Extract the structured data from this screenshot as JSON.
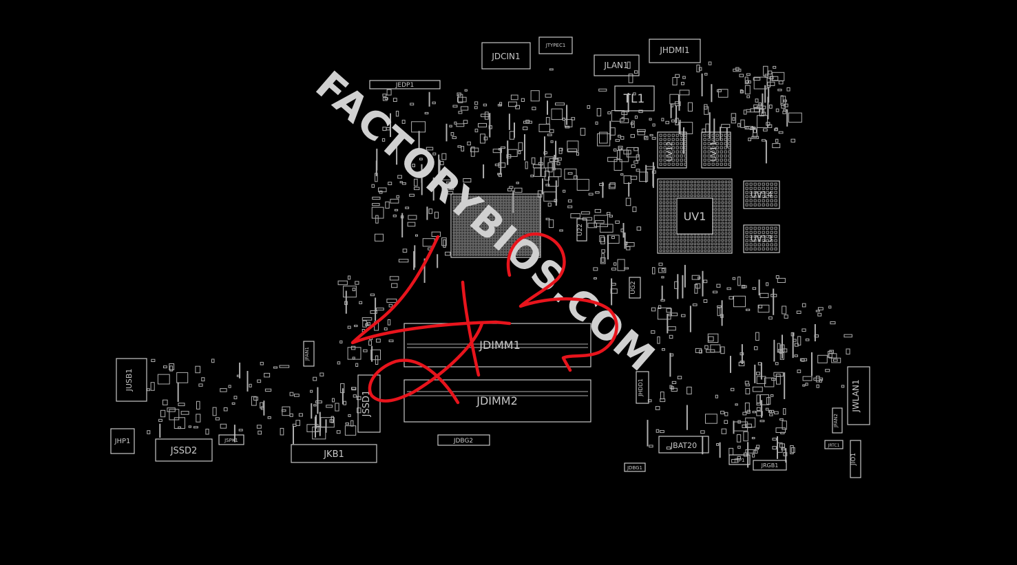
{
  "diagram": {
    "components": [
      "JDCIN1",
      "JTYPEC1",
      "JHDMI1",
      "JLAN1",
      "TL1",
      "JEDP1",
      "UV12",
      "UV11",
      "UV1",
      "UV14",
      "UV13",
      "U22",
      "UG2",
      "JUSB1",
      "JHP1",
      "JSSD2",
      "JSPK1",
      "JKB1",
      "JFAN1",
      "JSSD1",
      "JDIMM1",
      "JDIMM2",
      "JDBG2",
      "JHDD1",
      "JBAT20",
      "JDBG1",
      "JTP1",
      "JRGB1",
      "JWLAN1",
      "JFAN2",
      "JRTC1",
      "JIO1"
    ],
    "watermark": "FACTORYBIOS.COM",
    "colors": {
      "background": "#000000",
      "silkscreen": "#c8c8c8",
      "scribble": "#e8141c"
    }
  }
}
